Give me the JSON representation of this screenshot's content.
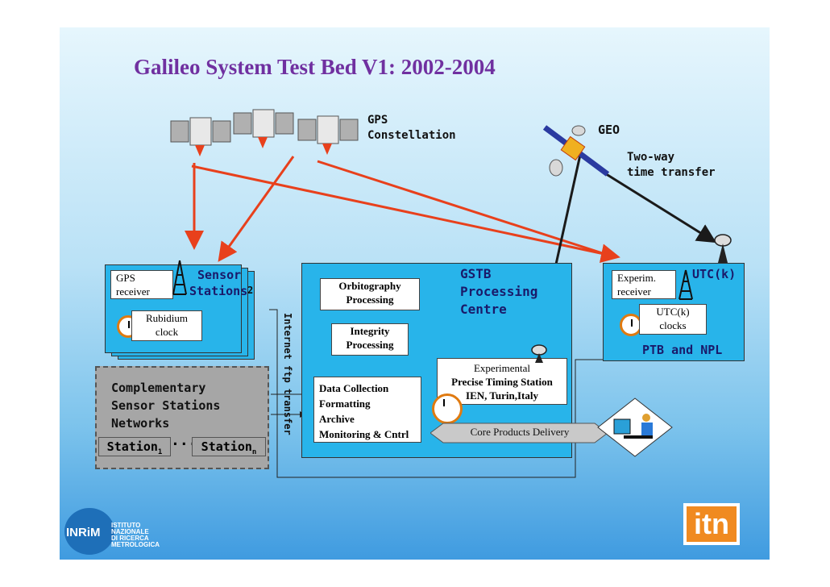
{
  "title": "Galileo System Test Bed V1: 2002-2004",
  "gps_constellation": [
    "GPS",
    "Constellation"
  ],
  "geo": "GEO",
  "two_way": [
    "Two-way",
    "time transfer"
  ],
  "sensor": {
    "title": [
      "Sensor",
      "Stations"
    ],
    "gps_receiver": [
      "GPS",
      "receiver"
    ],
    "rubidium": [
      "Rubidium",
      "clock"
    ],
    "marker": "2"
  },
  "complementary": {
    "lines": [
      "Complementary",
      "Sensor Stations",
      "Networks"
    ],
    "station1": "Station",
    "station1_sub": "1",
    "dots": "...",
    "stationn": "Station",
    "stationn_sub": "n"
  },
  "internet_label": "Internet ftp transfer",
  "gstb": {
    "title": [
      "GSTB",
      "Processing",
      "Centre"
    ],
    "orbitography": [
      "Orbitography",
      "Processing"
    ],
    "integrity": [
      "Integrity",
      "Processing"
    ],
    "data": [
      "Data Collection",
      "Formatting",
      "Archive",
      "Monitoring & Cntrl"
    ]
  },
  "experimental": [
    "Experimental",
    "Precise Timing Station",
    "IEN, Turin,Italy"
  ],
  "core_products": "Core Products Delivery",
  "utc": {
    "title": "UTC(k)",
    "experim_receiver": [
      "Experim.",
      "receiver"
    ],
    "utc_clocks": [
      "UTC(k)",
      "clocks"
    ],
    "ptb_npl": "PTB and NPL"
  },
  "inrim": {
    "logo": "INRiM",
    "lines": [
      "ISTITUTO",
      "NAZIONALE",
      "DI RICERCA",
      "METROLOGICA"
    ]
  },
  "itn": "itn",
  "colors": {
    "title": "#7030a0",
    "box_blue": "#28b4ea",
    "arrow_red": "#e8401c",
    "arrow_dark": "#1a1a1a"
  }
}
